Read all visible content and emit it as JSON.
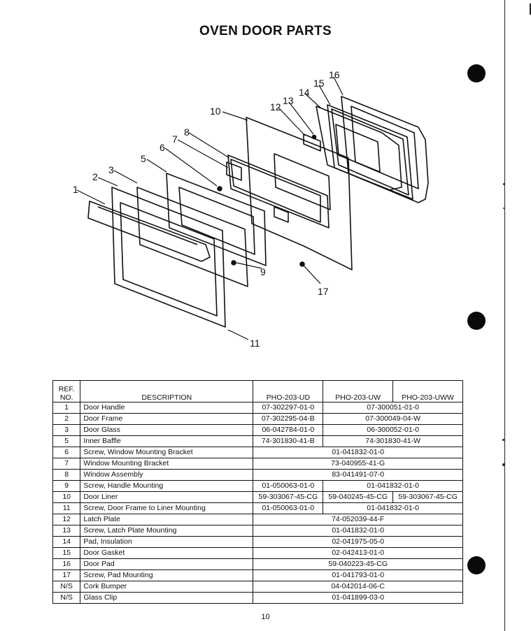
{
  "title": "OVEN DOOR PARTS",
  "page_number": "10",
  "diagram_callouts": [
    "1",
    "2",
    "3",
    "5",
    "6",
    "7",
    "8",
    "9",
    "10",
    "11",
    "12",
    "13",
    "14",
    "15",
    "16",
    "17"
  ],
  "table": {
    "header": {
      "ref_line1": "REF.",
      "ref_line2": "NO.",
      "description": "DESCRIPTION",
      "model1": "PHO-203-UD",
      "model2": "PHO-203-UW",
      "model3": "PHO-203-UWW"
    },
    "rows": [
      {
        "ref": "1",
        "desc": "Door Handle",
        "parts": [
          "07-302297-01-0",
          "07-300051-01-0"
        ]
      },
      {
        "ref": "2",
        "desc": "Door Frame",
        "parts": [
          "07-302295-04-B",
          "07-300049-04-W"
        ]
      },
      {
        "ref": "3",
        "desc": "Door Glass",
        "parts": [
          "06-042784-01-0",
          "06-300052-01-0"
        ]
      },
      {
        "ref": "5",
        "desc": "Inner Baffle",
        "parts": [
          "74-301830-41-B",
          "74-301830-41-W"
        ]
      },
      {
        "ref": "6",
        "desc": "Screw, Window Mounting Bracket",
        "parts": [
          "01-041832-01-0"
        ]
      },
      {
        "ref": "7",
        "desc": "Window Mounting Bracket",
        "parts": [
          "73-040955-41-G"
        ]
      },
      {
        "ref": "8",
        "desc": "Window Assembly",
        "parts": [
          "83-041491-07-0"
        ]
      },
      {
        "ref": "9",
        "desc": "Screw, Handle Mounting",
        "parts": [
          "01-050063-01-0",
          "01-041832-01-0"
        ]
      },
      {
        "ref": "10",
        "desc": "Door Liner",
        "parts": [
          "59-303067-45-CG",
          "59-040245-45-CG",
          "59-303067-45-CG"
        ]
      },
      {
        "ref": "11",
        "desc": "Screw, Door Frame to Liner Mounting",
        "parts": [
          "01-050063-01-0",
          "01-041832-01-0"
        ]
      },
      {
        "ref": "12",
        "desc": "Latch Plate",
        "parts": [
          "74-052039-44-F"
        ]
      },
      {
        "ref": "13",
        "desc": "Screw, Latch Plate Mounting",
        "parts": [
          "01-041832-01-0"
        ]
      },
      {
        "ref": "14",
        "desc": "Pad, Insulation",
        "parts": [
          "02-041975-05-0"
        ]
      },
      {
        "ref": "15",
        "desc": "Door Gasket",
        "parts": [
          "02-042413-01-0"
        ]
      },
      {
        "ref": "16",
        "desc": "Door Pad",
        "parts": [
          "59-040223-45-CG"
        ]
      },
      {
        "ref": "17",
        "desc": "Screw, Pad Mounting",
        "parts": [
          "01-041793-01-0"
        ]
      },
      {
        "ref": "N/S",
        "desc": "Cork Bumper",
        "parts": [
          "04-042014-06-C"
        ]
      },
      {
        "ref": "N/S",
        "desc": "Glass Clip",
        "parts": [
          "01-041899-03-0"
        ]
      }
    ]
  }
}
